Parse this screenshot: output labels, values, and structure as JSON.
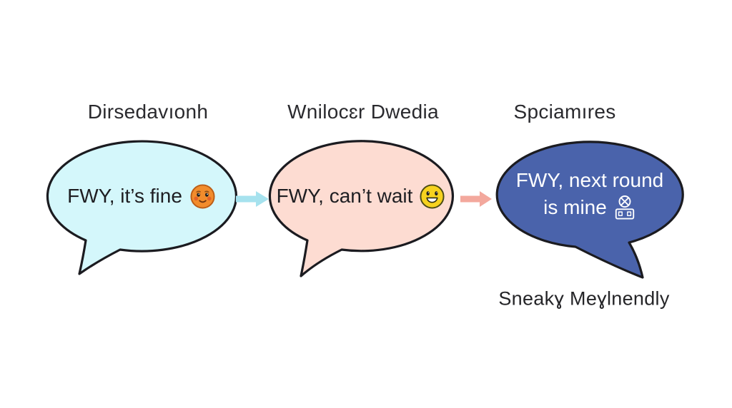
{
  "canvas": {
    "background_color": "#ffffff",
    "description": "Three comic speech bubbles showing slang usage, connected by arrows"
  },
  "columns": [
    {
      "label": "Dirsedavıonh",
      "bubble": {
        "text": "FWY, it’s fine",
        "fill_color": "#d4f7fb",
        "text_color": "#1e1e22",
        "emoji": "blushing-orange-face-emoji",
        "tail_direction": "bottom-left"
      }
    },
    {
      "label": "Wnilocɛr Dwedia",
      "bubble": {
        "text": "FWY, can’t wait",
        "fill_color": "#fddcd2",
        "text_color": "#1e1e22",
        "emoji": "grinning-face-emoji",
        "tail_direction": "bottom-left"
      }
    },
    {
      "label": "Spciamıres",
      "bubble": {
        "line1": "FWY, next round",
        "line2": "is mine",
        "fill_color": "#4a63ab",
        "text_color": "#ffffff",
        "icon": "cash-register-icon",
        "tail_direction": "bottom-right"
      }
    }
  ],
  "arrows": [
    {
      "name": "arrow-1",
      "direction": "right",
      "color": "#a6e2ee"
    },
    {
      "name": "arrow-2",
      "direction": "right",
      "color": "#f3a89d"
    }
  ],
  "footer": {
    "text": "Sneakɣ Meɣlnendly"
  },
  "outline_color": "#1b1b20"
}
